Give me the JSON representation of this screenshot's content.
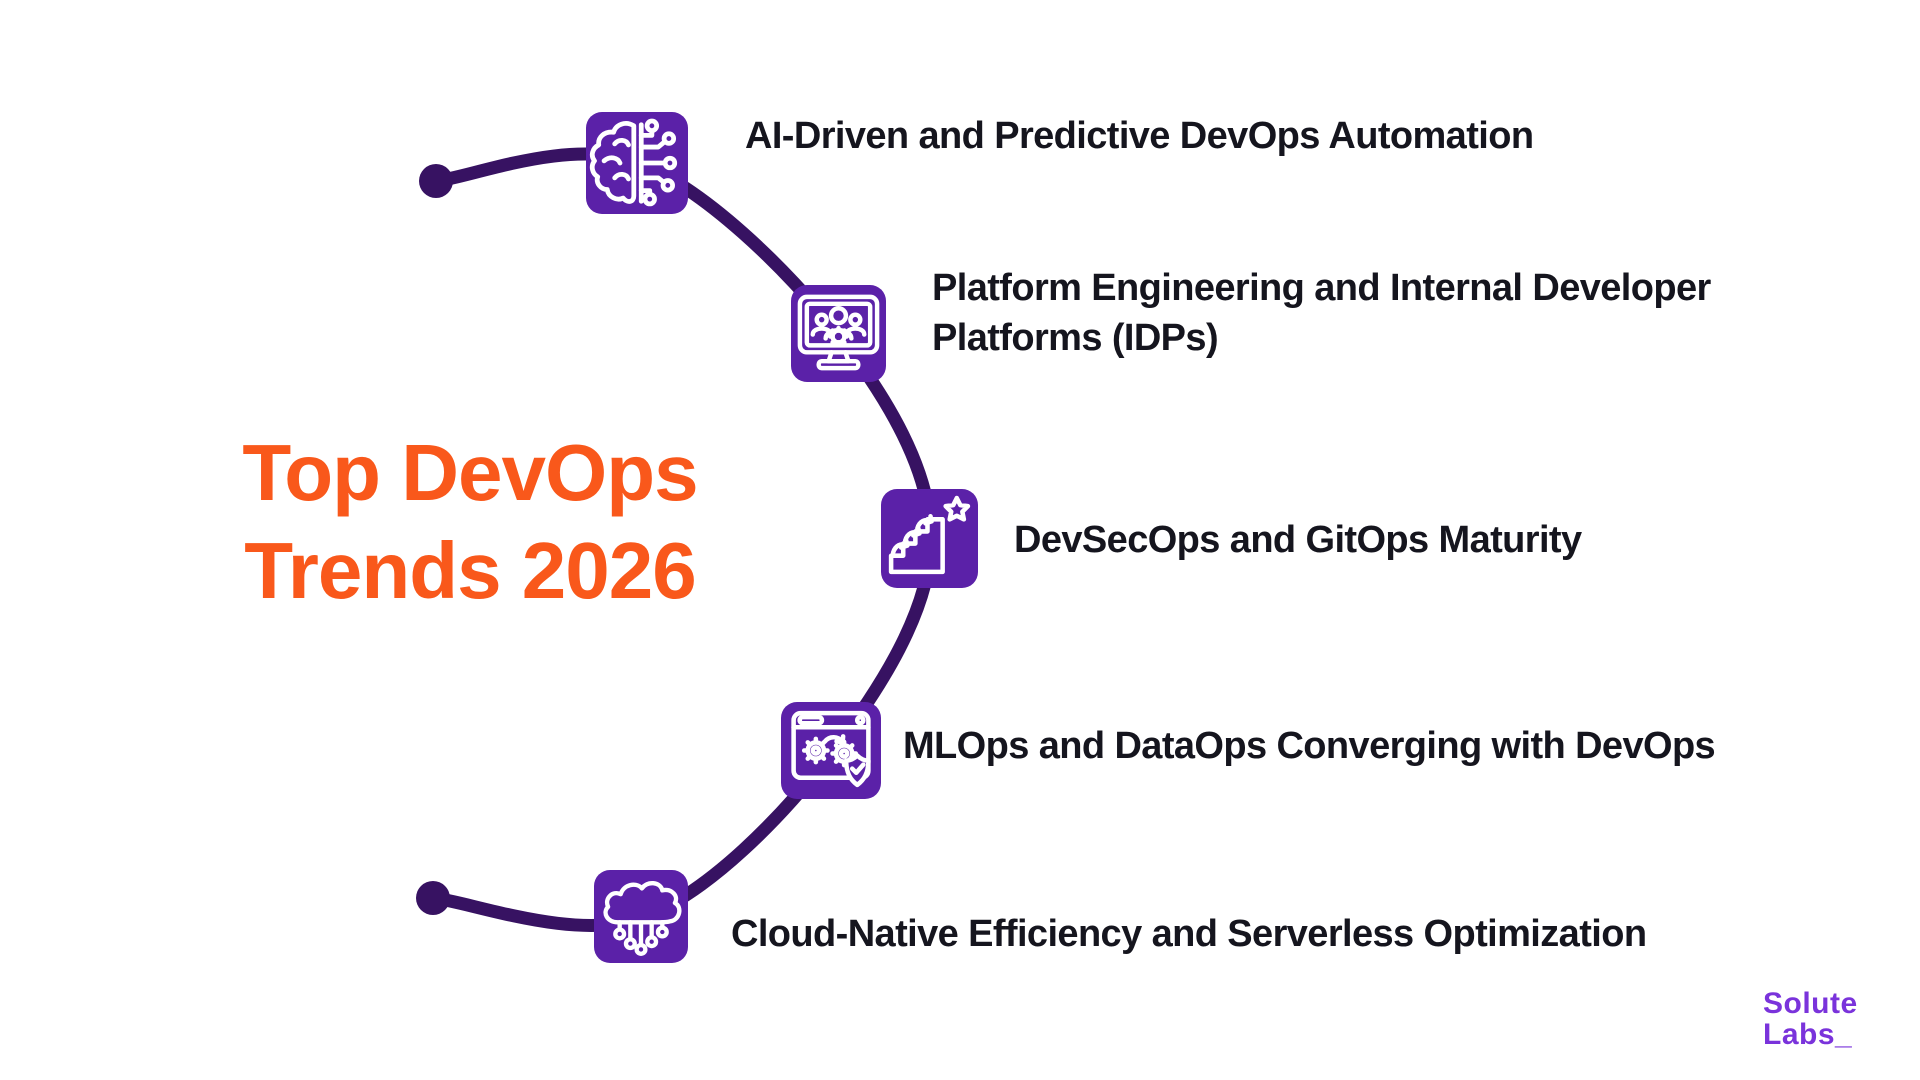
{
  "title": {
    "line1": "Top DevOps",
    "line2": "Trends 2026"
  },
  "items": [
    {
      "label": "AI-Driven and Predictive DevOps Automation",
      "icon": "ai-brain-circuit-icon"
    },
    {
      "label": "Platform Engineering and Internal Developer\nPlatforms (IDPs)",
      "icon": "platform-team-monitor-icon"
    },
    {
      "label": "DevSecOps and GitOps Maturity",
      "icon": "maturity-stairs-star-icon"
    },
    {
      "label": "MLOps and DataOps Converging with DevOps",
      "icon": "mlops-gears-shield-icon"
    },
    {
      "label": "Cloud-Native Efficiency and Serverless Optimization",
      "icon": "cloud-network-icon"
    }
  ],
  "logo": {
    "line1": "Solute",
    "line2": "Labs_"
  },
  "colors": {
    "title_orange": "#F9581B",
    "icon_purple": "#5B21A8",
    "arc_dark_purple": "#371262",
    "text_dark": "#15151E",
    "logo_violet": "#7A33DB",
    "background": "#FFFFFF"
  }
}
